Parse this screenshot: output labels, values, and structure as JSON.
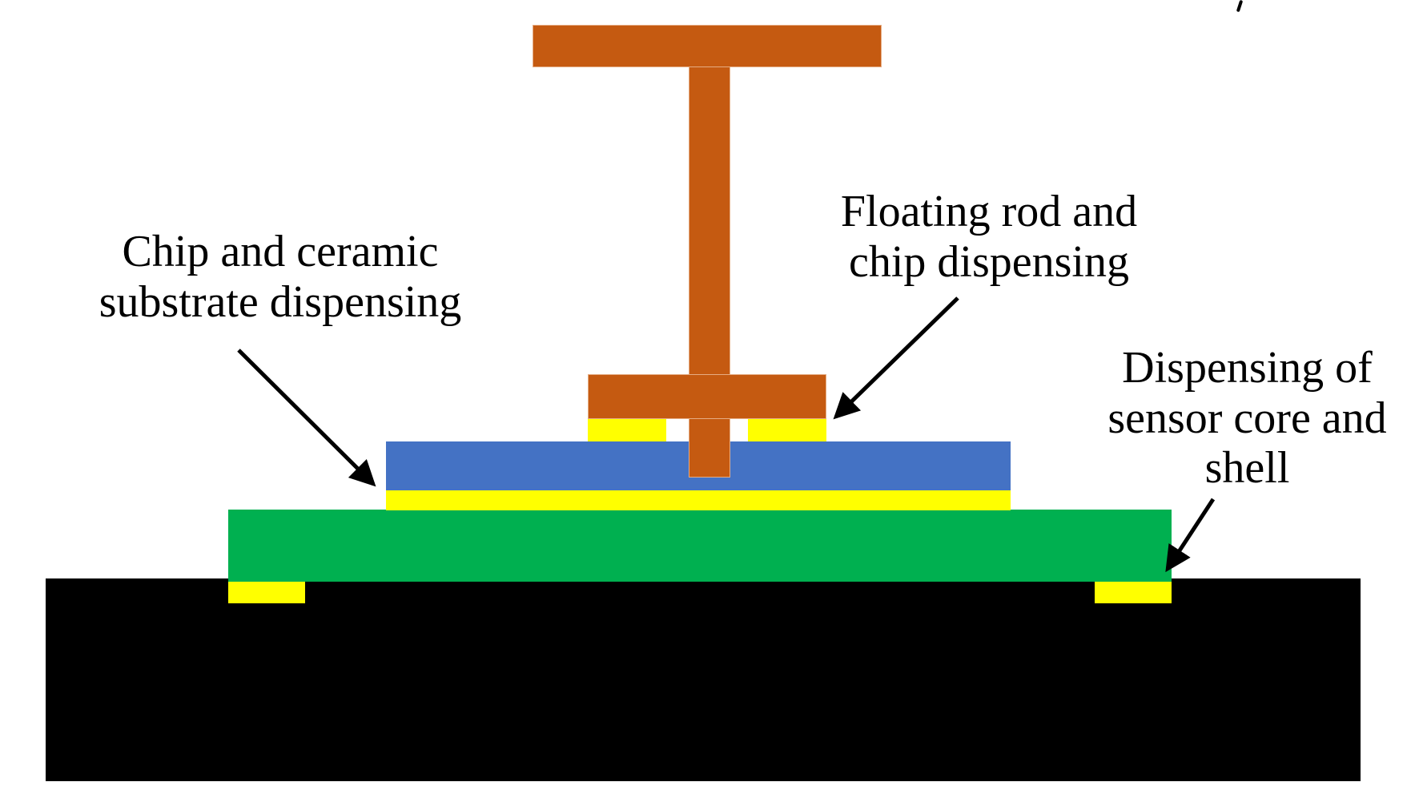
{
  "palette": {
    "background": "#FFFFFF",
    "floating_rod": "#C55A11",
    "chip": "#4472C4",
    "adhesive": "#FFFF00",
    "substrate": "#00B050",
    "base": "#000000",
    "text": "#000000",
    "arrow": "#000000"
  },
  "labels": {
    "chip_substrate": {
      "lines": [
        "Chip and ceramic",
        "substrate dispensing"
      ]
    },
    "floating_rod": {
      "lines": [
        "Floating rod and",
        "chip dispensing"
      ]
    },
    "sensor_core": {
      "lines": [
        "Dispensing of",
        "sensor core and",
        "shell"
      ]
    }
  }
}
